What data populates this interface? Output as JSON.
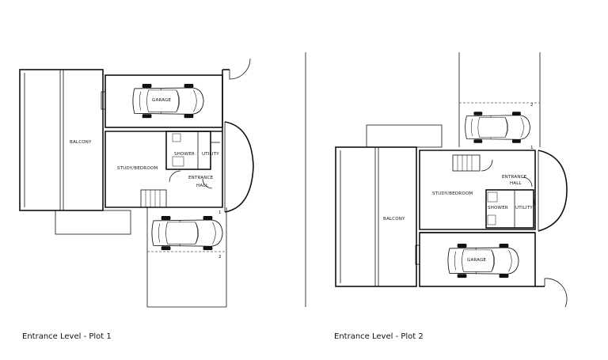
{
  "plans": [
    {
      "caption": "Entrance Level - Plot 1",
      "rooms": {
        "balcony": "BALCONY",
        "garage": "GARAGE",
        "study": "STUDY/BEDROOM",
        "shower": "SHOWER",
        "utility": "UTILITY",
        "entrance_hall": [
          "ENTRANCE",
          "HALL"
        ]
      },
      "markers": [
        "1",
        "2"
      ]
    },
    {
      "caption": "Entrance Level - Plot 2",
      "rooms": {
        "balcony": "BALCONY",
        "garage": "GARAGE",
        "study": "STUDY/BEDROOM",
        "shower": "SHOWER",
        "utility": "UTILITY",
        "entrance_hall": [
          "ENTRANCE",
          "HALL"
        ]
      },
      "markers": [
        "2",
        "1"
      ]
    }
  ]
}
